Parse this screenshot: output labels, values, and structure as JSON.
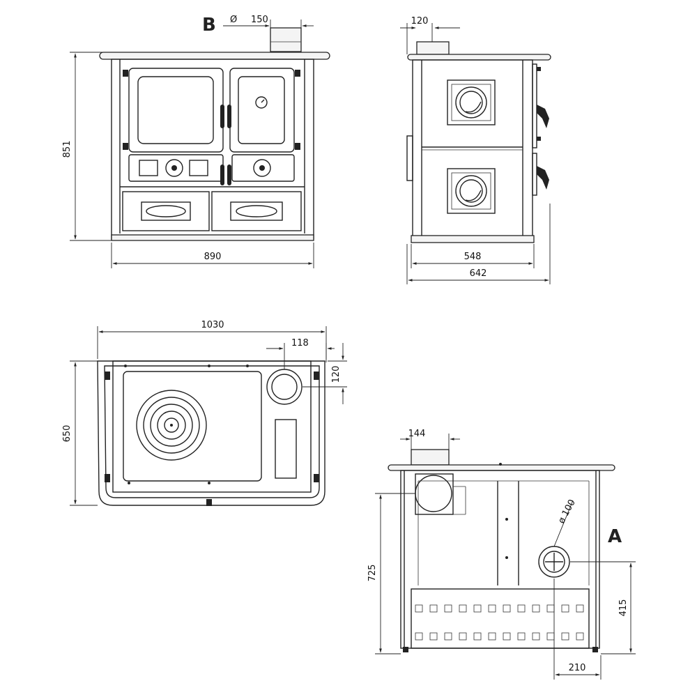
{
  "views": {
    "front": {
      "label": "B",
      "flue_diameter_symbol": "Ø",
      "flue_diameter": "150",
      "height": "851",
      "width": "890"
    },
    "side": {
      "flue_offset": "120",
      "body_depth": "548",
      "total_depth": "642"
    },
    "top": {
      "total_width": "1030",
      "flue_offset_x": "118",
      "flue_offset_y": "120",
      "depth": "650"
    },
    "back": {
      "label": "A",
      "flue_width": "144",
      "flue_height": "725",
      "air_inlet_diameter": "ø 100",
      "air_inlet_height": "415",
      "air_inlet_offset": "210"
    }
  }
}
